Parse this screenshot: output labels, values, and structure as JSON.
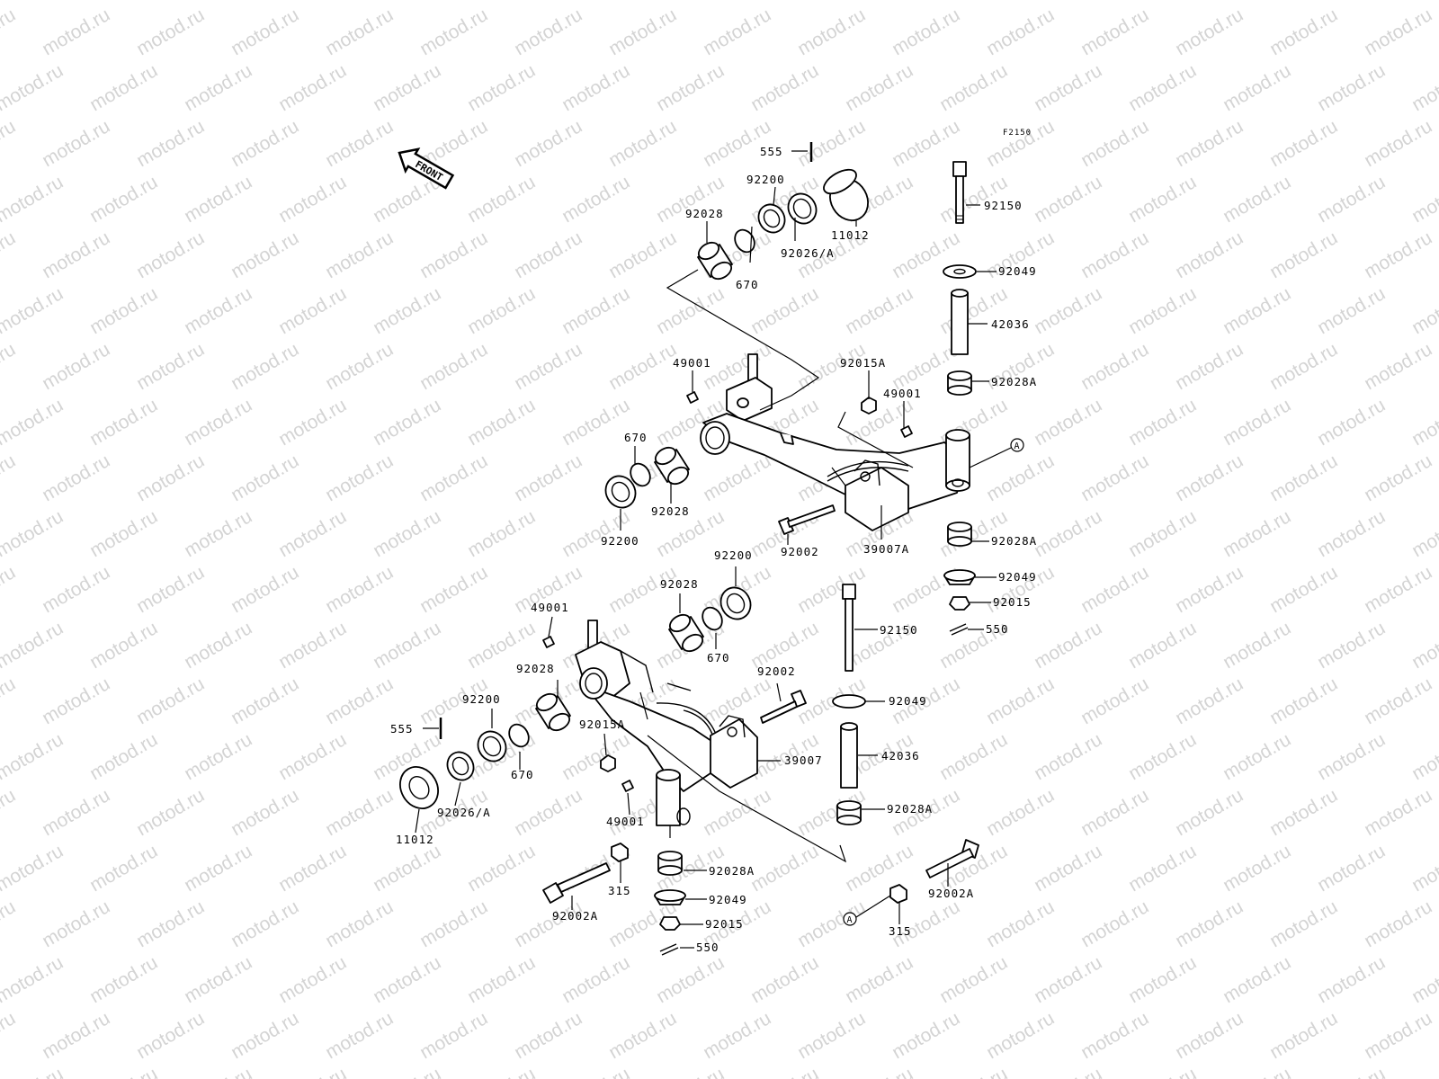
{
  "diagram": {
    "figure_code": "F2150",
    "front_label": "FRONT",
    "ref_marker": "A",
    "watermark": "motod.ru",
    "labels": {
      "upper": [
        "555",
        "92200",
        "92028",
        "670",
        "92026/A",
        "11012",
        "92150",
        "92049",
        "42036",
        "92028A",
        "49001",
        "92015A",
        "49001",
        "670",
        "92028",
        "92200",
        "92002",
        "39007A",
        "92028A",
        "92049",
        "92015",
        "550"
      ],
      "lower": [
        "92200",
        "92028",
        "49001",
        "670",
        "92150",
        "92028",
        "92200",
        "555",
        "92002",
        "92015A",
        "39007",
        "670",
        "92026/A",
        "11012",
        "92049",
        "42036",
        "49001",
        "92028A",
        "92028A",
        "92049",
        "92015",
        "550",
        "92002A",
        "315",
        "315",
        "92002A"
      ]
    }
  }
}
